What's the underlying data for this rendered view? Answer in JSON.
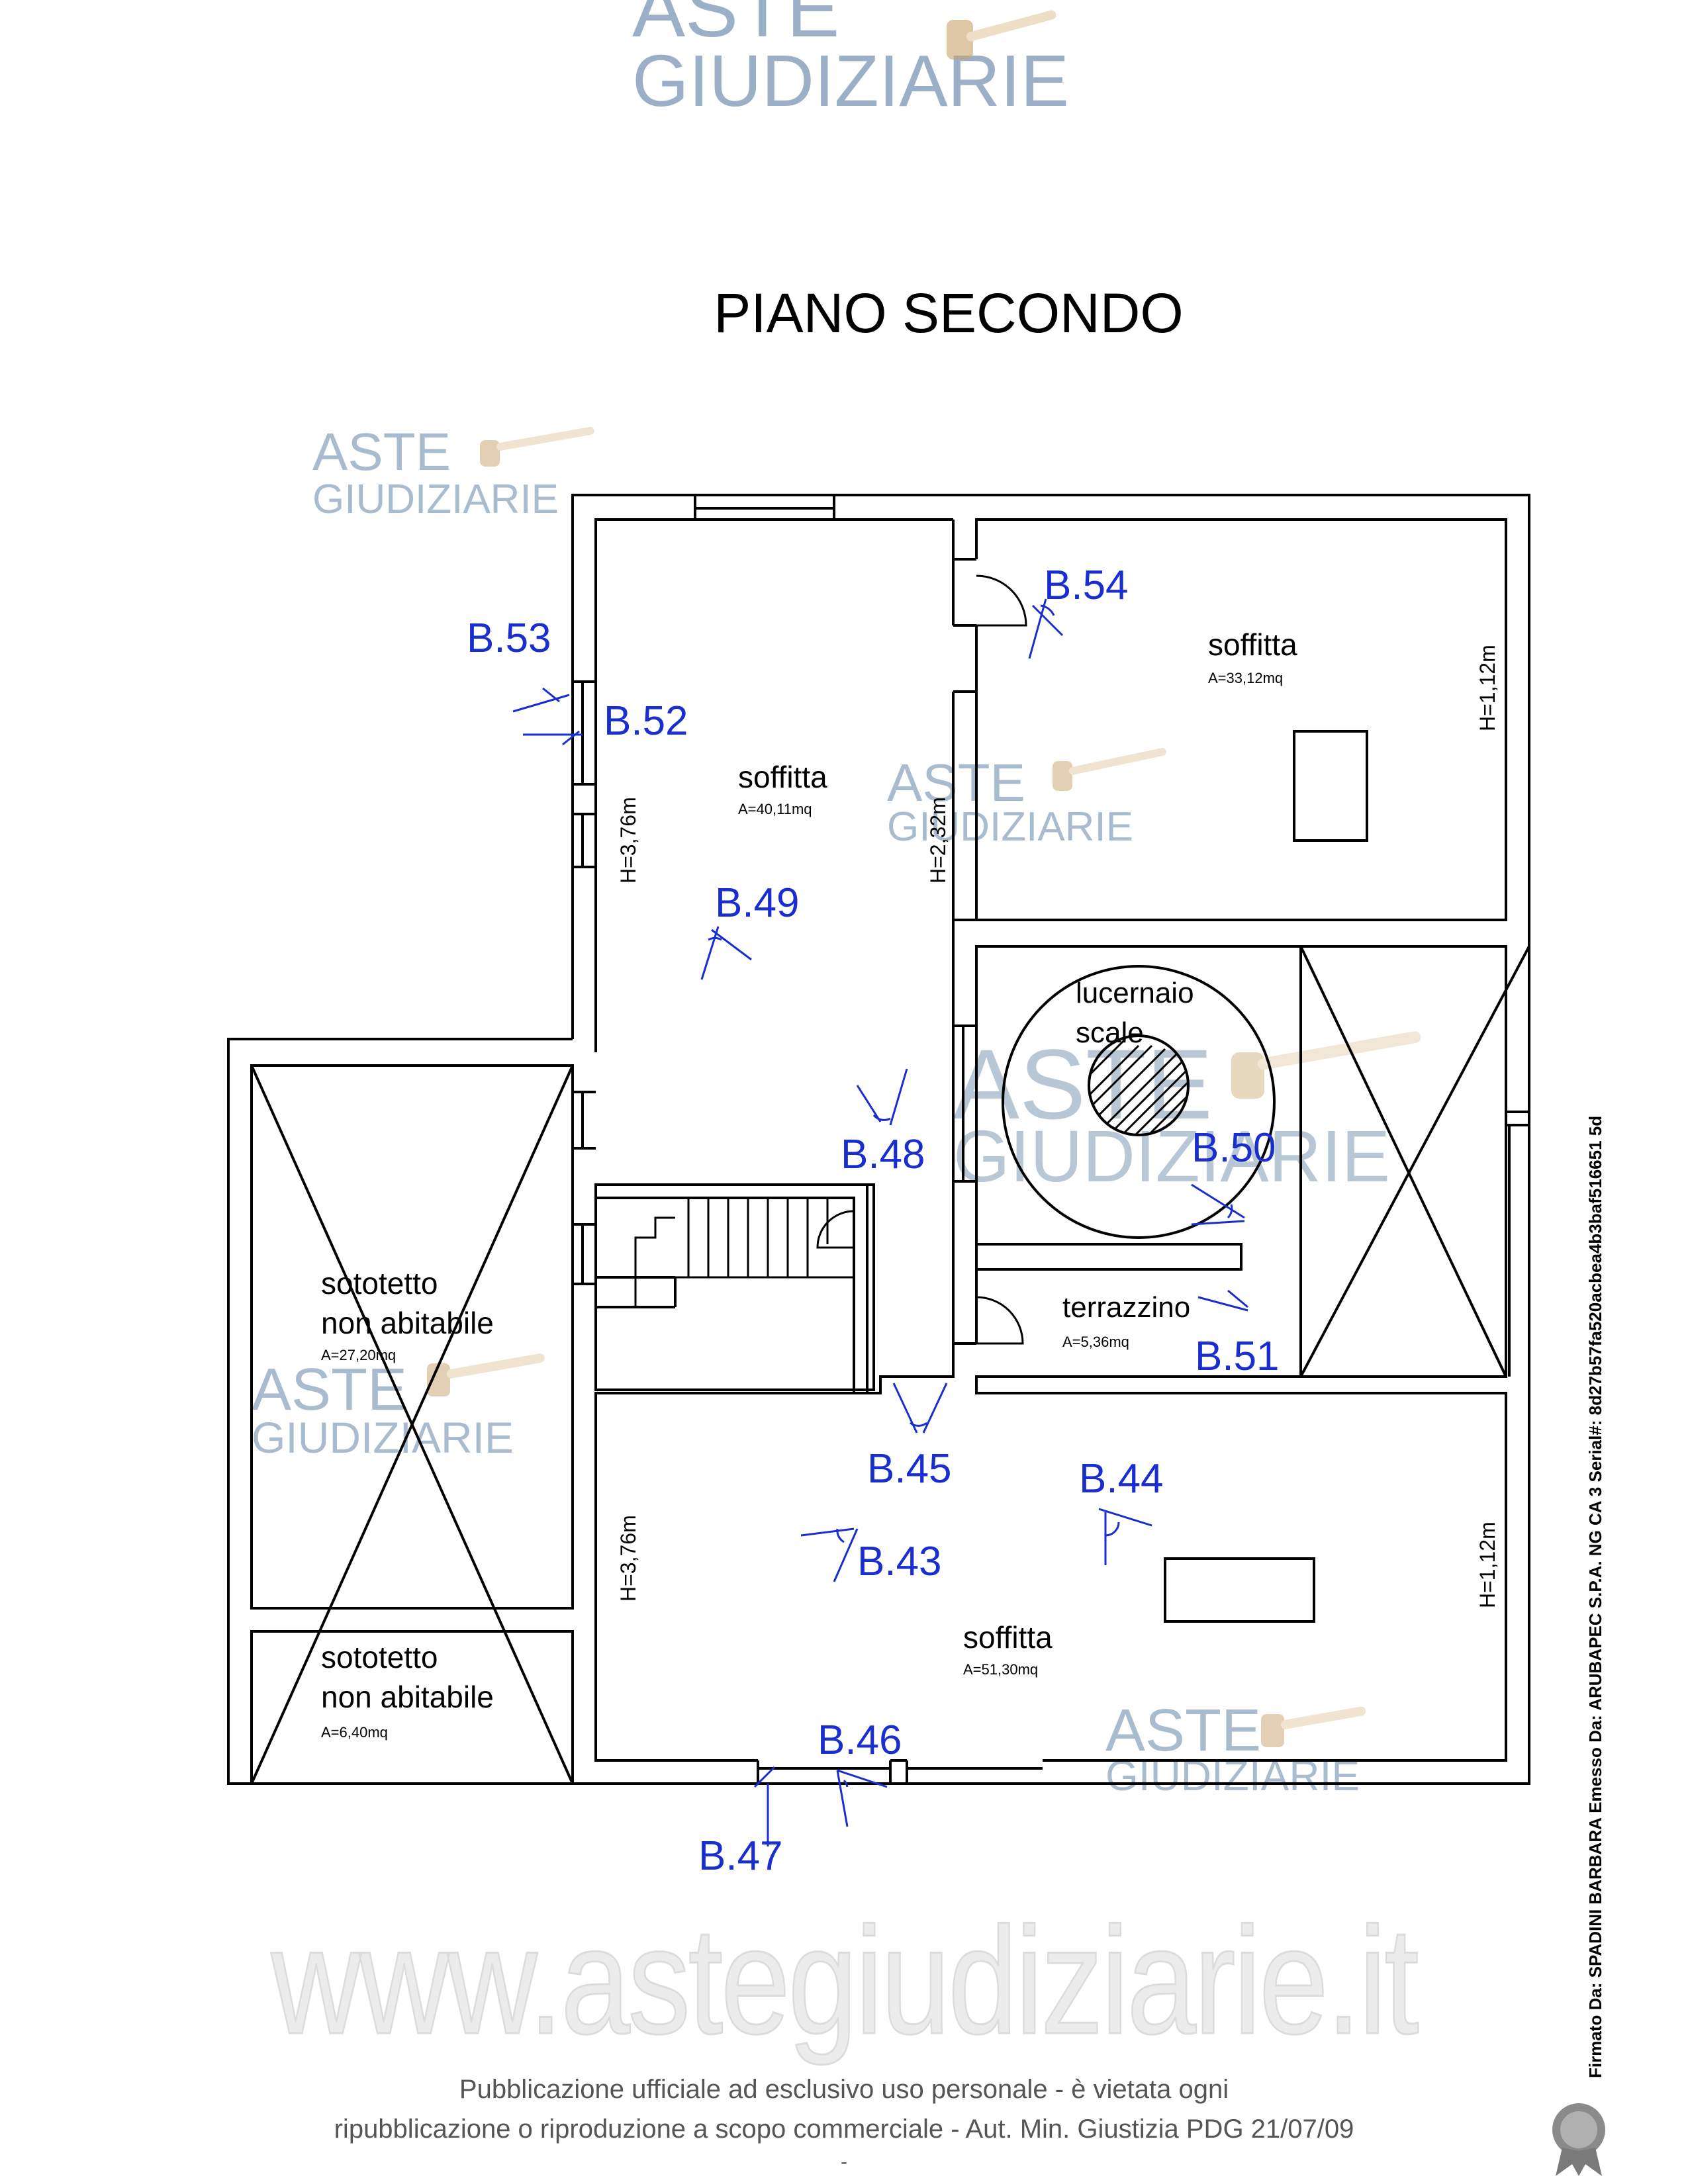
{
  "watermark": {
    "line1": "ASTE",
    "line2": "GIUDIZIARIE",
    "site": "www.astegiudiziarie.it",
    "color": "#9bb0c6"
  },
  "title": "PIANO SECONDO",
  "rooms": {
    "soffitta_left": {
      "name": "soffitta",
      "area": "A=40,11mq"
    },
    "soffitta_right": {
      "name": "soffitta",
      "area": "A=33,12mq"
    },
    "lucernaio": {
      "line1": "lucernaio",
      "line2": "scale"
    },
    "terrazzino": {
      "name": "terrazzino",
      "area": "A=5,36mq"
    },
    "sottotetto_1": {
      "line1": "sototetto",
      "line2": "non abitabile",
      "area": "A=27,20mq"
    },
    "sottotetto_2": {
      "line1": "sototetto",
      "line2": "non abitabile",
      "area": "A=6,40mq"
    },
    "soffitta_bottom": {
      "name": "soffitta",
      "area": "A=51,30mq"
    }
  },
  "heights": {
    "h1": "H=3,76m",
    "h2": "H=2,32m",
    "h3": "H=1,12m",
    "h4": "H=3,76m",
    "h5": "H=1,12m"
  },
  "photo_points": {
    "b43": "B.43",
    "b44": "B.44",
    "b45": "B.45",
    "b46": "B.46",
    "b47": "B.47",
    "b48": "B.48",
    "b49": "B.49",
    "b50": "B.50",
    "b51": "B.51",
    "b52": "B.52",
    "b53": "B.53",
    "b54": "B.54",
    "color": "#1a2ed0"
  },
  "signature": "Firmato Da: SPADINI BARBARA Emesso Da: ARUBAPEC S.P.A. NG CA 3 Serial#: 8d27b57fa520acbea4b3baf516651 5d",
  "footer": {
    "line1": "Pubblicazione ufficiale ad esclusivo uso personale - è vietata ogni",
    "line2": "ripubblicazione o riproduzione a scopo commerciale - Aut. Min. Giustizia PDG 21/07/09",
    "line3": "-"
  }
}
